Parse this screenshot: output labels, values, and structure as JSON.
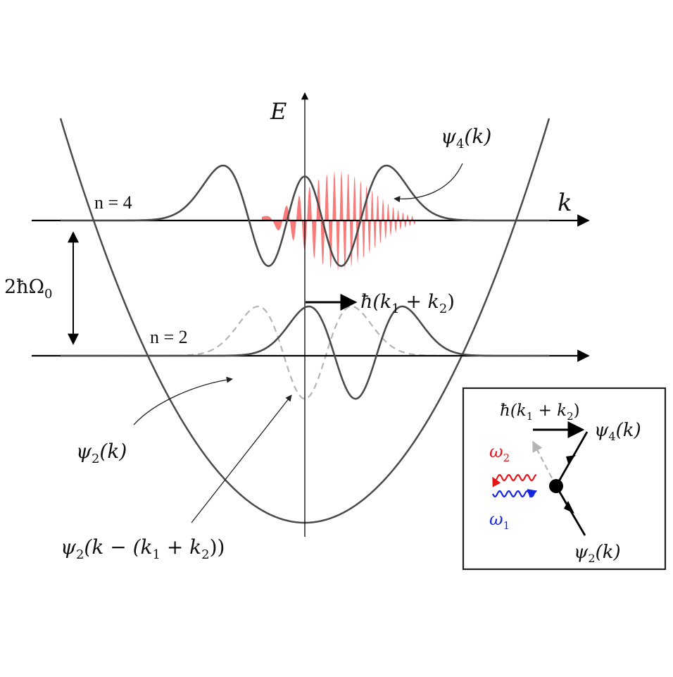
{
  "axes": {
    "energy_label": "E",
    "momentum_label": "k"
  },
  "levels": {
    "n4_label": "n = 4",
    "n2_label": "n = 2",
    "spacing_label": "2ħΩ",
    "spacing_sub": "0"
  },
  "wavefunctions": {
    "psi4_label": "ψ",
    "psi4_sub": "4",
    "psi4_arg": "(k)",
    "psi2_label": "ψ",
    "psi2_sub": "2",
    "psi2_arg": "(k)",
    "psi2_shift_label": "ψ",
    "psi2_shift_sub": "2",
    "psi2_shift_arg_a": "(k − (k",
    "psi2_shift_arg_sub1": "1",
    "psi2_shift_arg_b": " + k",
    "psi2_shift_arg_sub2": "2",
    "psi2_shift_arg_c": "))"
  },
  "shift": {
    "label_a": "ħ(k",
    "label_sub1": "1",
    "label_b": " + k",
    "label_sub2": "2",
    "label_c": ")"
  },
  "inset": {
    "shift_a": "ħ(k",
    "shift_sub1": "1",
    "shift_b": " + k",
    "shift_sub2": "2",
    "shift_c": ")",
    "omega2": "ω",
    "omega2_sub": "2",
    "omega1": "ω",
    "omega1_sub": "1",
    "psi4": "ψ",
    "psi4_sub": "4",
    "psi4_arg": "(k)",
    "psi2": "ψ",
    "psi2_sub": "2",
    "psi2_arg": "(k)"
  },
  "colors": {
    "curve": "#4a4a4a",
    "axis": "#000000",
    "fill": "#f77b7b",
    "dashed": "#b5b5b5",
    "omega2": "#e8141a",
    "omega1": "#1426e0"
  }
}
